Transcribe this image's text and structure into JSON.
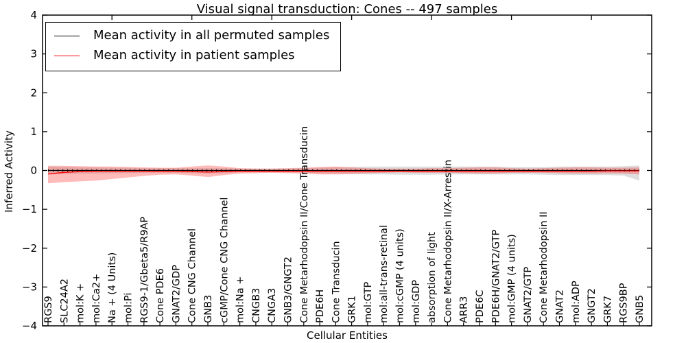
{
  "chart_data": {
    "type": "line",
    "title": "Visual signal transduction: Cones -- 497 samples",
    "xlabel": "Cellular Entities",
    "ylabel": "Inferred Activity",
    "ylim": [
      -4,
      4
    ],
    "yticks": [
      "4",
      "3",
      "2",
      "1",
      "0",
      "−1",
      "−2",
      "−3",
      "−4"
    ],
    "ytick_values": [
      4,
      3,
      2,
      1,
      0,
      -1,
      -2,
      -3,
      -4
    ],
    "grid": false,
    "legend_position": "upper left",
    "categories": [
      "RGS9",
      "SLC24A2",
      "mol:K +",
      "mol:Ca2+",
      "Na + (4 Units)",
      "mol:Pi",
      "RGS9-1/Gbeta5/R9AP",
      "Cone PDE6",
      "GNAT2/GDP",
      "Cone CNG Channel",
      "GNB3",
      "cGMP/Cone CNG Channel",
      "mol:Na +",
      "CNGB3",
      "CNGA3",
      "GNB3/GNGT2",
      "Cone Metarhodopsin II/Cone Transducin",
      "PDE6H",
      "Cone Transducin",
      "GRK1",
      "mol:GTP",
      "mol:all-trans-retinal",
      "mol:cGMP (4 units)",
      "mol:GDP",
      "absorption of light",
      "Cone Metarhodopsin II/X-Arrestin",
      "ARR3",
      "PDE6C",
      "PDE6H/GNAT2/GTP",
      "mol:GMP (4 units)",
      "GNAT2/GTP",
      "Cone Metarhodopsin II",
      "GNAT2",
      "mol:ADP",
      "GNGT2",
      "GRK7",
      "RGS9BP",
      "GNB5"
    ],
    "series": [
      {
        "name": "Mean activity in all permuted samples",
        "color": "#000000",
        "values": [
          0,
          0,
          0,
          0,
          0,
          0,
          0,
          0,
          0,
          0,
          0,
          0,
          0,
          0,
          0,
          0,
          0,
          0,
          0,
          0,
          0,
          0,
          0,
          0,
          0,
          0,
          0,
          0,
          0,
          0,
          0,
          0,
          0,
          0,
          0,
          0,
          0,
          0
        ]
      },
      {
        "name": "Mean activity in patient samples",
        "color": "#ff0000",
        "values": [
          -0.09,
          -0.05,
          -0.03,
          -0.02,
          -0.02,
          -0.02,
          -0.02,
          -0.02,
          -0.02,
          -0.03,
          -0.04,
          -0.03,
          -0.02,
          -0.02,
          -0.02,
          -0.02,
          -0.02,
          -0.02,
          -0.02,
          -0.02,
          -0.02,
          -0.02,
          -0.02,
          -0.02,
          -0.02,
          -0.02,
          -0.02,
          -0.02,
          -0.02,
          -0.02,
          -0.02,
          -0.02,
          -0.02,
          -0.02,
          -0.02,
          -0.01,
          -0.01,
          -0.01
        ]
      }
    ],
    "bands": [
      {
        "name": "permuted-samples-band",
        "color": "rgba(0,0,0,0.13)",
        "upper": [
          0.1,
          0.09,
          0.08,
          0.08,
          0.07,
          0.07,
          0.06,
          0.06,
          0.06,
          0.06,
          0.06,
          0.06,
          0.05,
          0.05,
          0.05,
          0.05,
          0.06,
          0.07,
          0.08,
          0.09,
          0.1,
          0.1,
          0.1,
          0.1,
          0.1,
          0.1,
          0.1,
          0.1,
          0.1,
          0.09,
          0.09,
          0.09,
          0.1,
          0.1,
          0.1,
          0.1,
          0.11,
          0.13
        ],
        "lower": [
          -0.1,
          -0.09,
          -0.08,
          -0.08,
          -0.07,
          -0.07,
          -0.06,
          -0.06,
          -0.06,
          -0.07,
          -0.08,
          -0.07,
          -0.05,
          -0.05,
          -0.05,
          -0.05,
          -0.06,
          -0.07,
          -0.08,
          -0.09,
          -0.1,
          -0.1,
          -0.11,
          -0.11,
          -0.11,
          -0.1,
          -0.1,
          -0.1,
          -0.1,
          -0.1,
          -0.1,
          -0.11,
          -0.12,
          -0.12,
          -0.12,
          -0.12,
          -0.13,
          -0.26
        ]
      },
      {
        "name": "patient-samples-band",
        "color": "rgba(255,0,0,0.27)",
        "upper": [
          0.12,
          0.12,
          0.11,
          0.1,
          0.1,
          0.09,
          0.08,
          0.07,
          0.07,
          0.1,
          0.13,
          0.1,
          0.06,
          0.05,
          0.05,
          0.06,
          0.07,
          0.09,
          0.1,
          0.08,
          0.06,
          0.05,
          0.05,
          0.05,
          0.06,
          0.06,
          0.07,
          0.08,
          0.08,
          0.06,
          0.05,
          0.06,
          0.07,
          0.08,
          0.08,
          0.07,
          0.07,
          0.08
        ],
        "lower": [
          -0.33,
          -0.3,
          -0.28,
          -0.26,
          -0.22,
          -0.18,
          -0.14,
          -0.11,
          -0.1,
          -0.13,
          -0.17,
          -0.12,
          -0.08,
          -0.07,
          -0.06,
          -0.07,
          -0.08,
          -0.1,
          -0.1,
          -0.09,
          -0.07,
          -0.06,
          -0.05,
          -0.06,
          -0.06,
          -0.06,
          -0.07,
          -0.08,
          -0.08,
          -0.06,
          -0.06,
          -0.06,
          -0.07,
          -0.08,
          -0.08,
          -0.07,
          -0.08,
          -0.1
        ]
      }
    ]
  }
}
